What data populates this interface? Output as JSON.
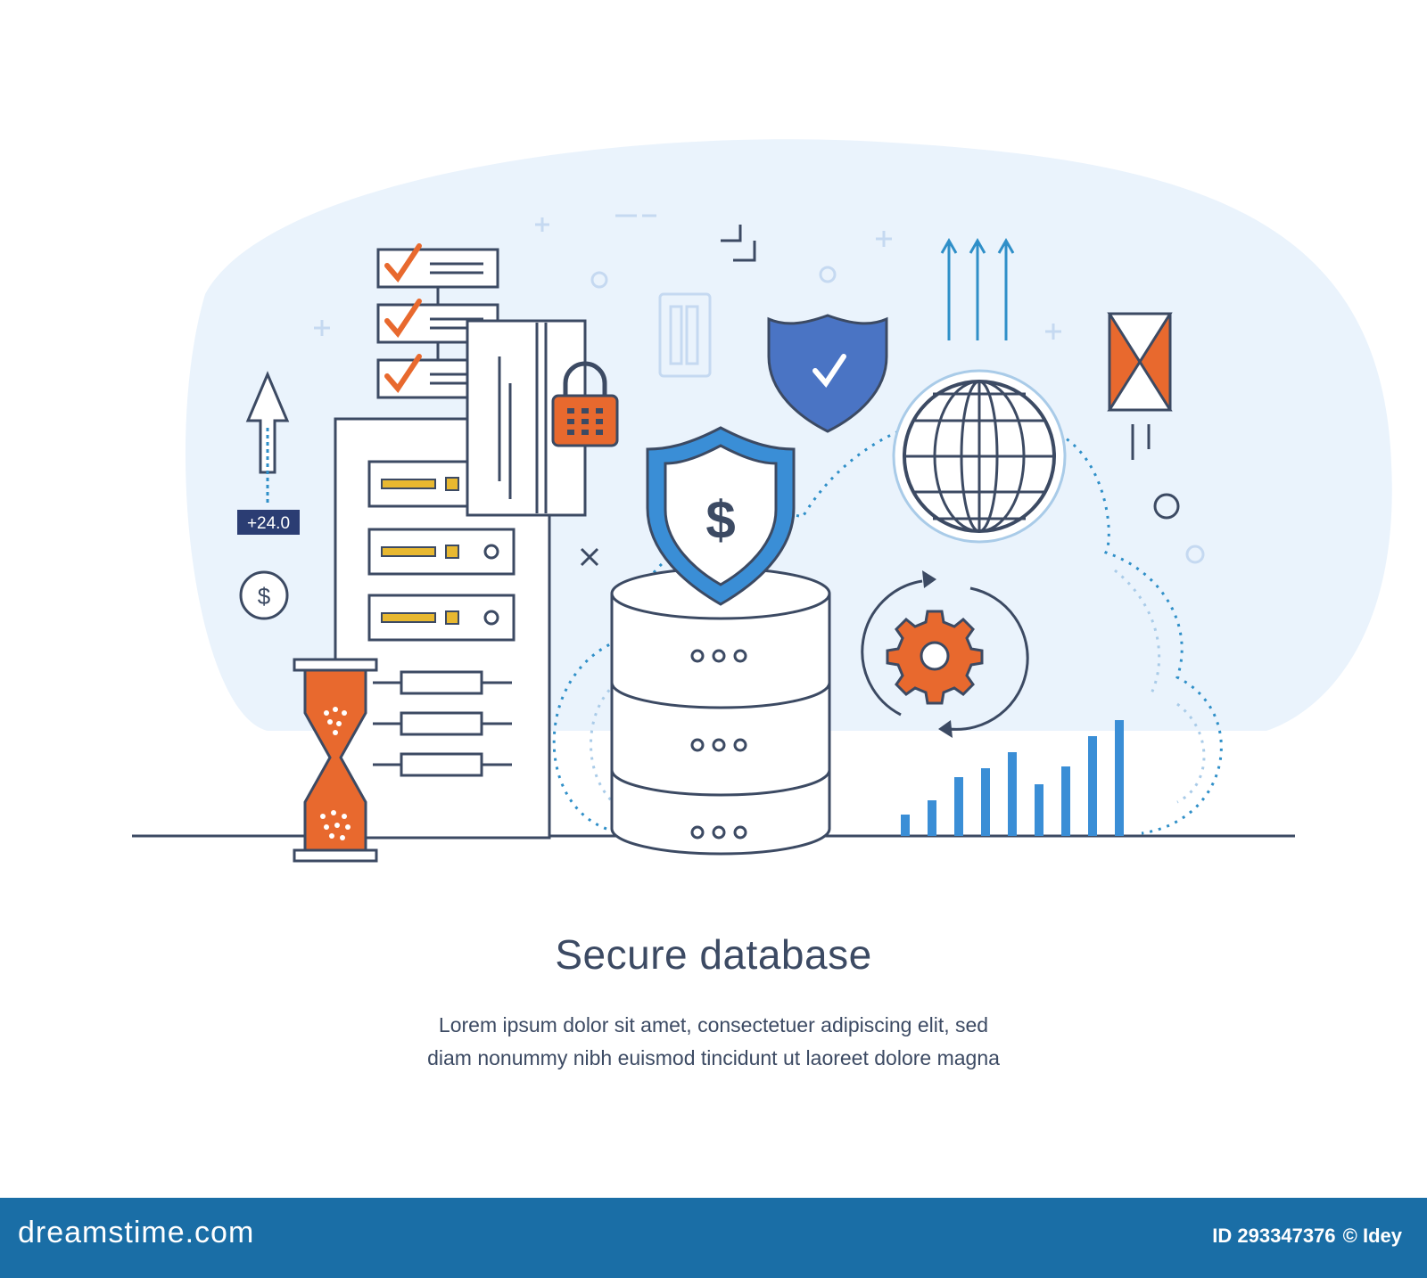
{
  "illustration": {
    "dollar_symbol": "$",
    "coin_symbol": "$",
    "growth_badge": "+24.0"
  },
  "caption": {
    "title": "Secure database",
    "body_line_1": "Lorem ipsum dolor sit amet, consectetuer adipiscing elit, sed",
    "body_line_2": "diam nonummy nibh euismod tincidunt ut laoreet dolore magna"
  },
  "footer": {
    "brand": "dreamstime.com",
    "image_id": "ID 293347376",
    "author": "© Idey"
  },
  "colors": {
    "stroke": "#3c4a63",
    "accent_orange": "#e8692e",
    "accent_blue": "#3a8ed6",
    "shield_blue": "#4a74c4",
    "backdrop": "#eaf3fc",
    "footer_bar": "#1a6ea6"
  }
}
